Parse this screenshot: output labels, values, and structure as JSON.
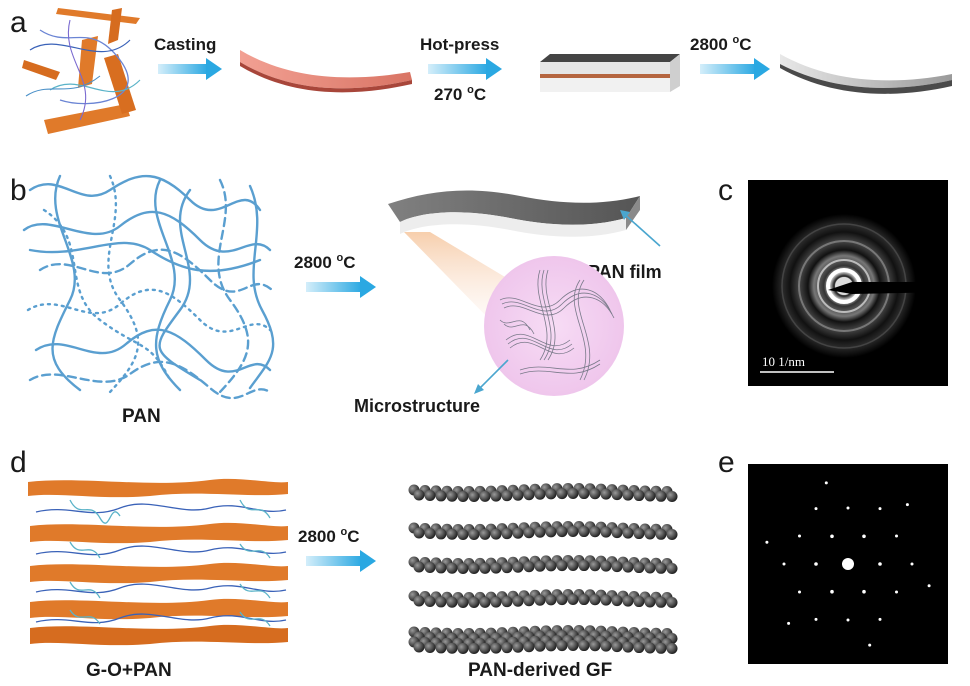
{
  "panel_letters": {
    "a": "a",
    "b": "b",
    "c": "c",
    "d": "d",
    "e": "e"
  },
  "row_a": {
    "step1": "Casting",
    "step2": "Hot-press",
    "step2_temp_value": "270 ",
    "step2_temp_sup": "o",
    "step2_temp_unit": "C",
    "step3_value": "2800 ",
    "step3_sup": "o",
    "step3_unit": "C"
  },
  "row_b": {
    "caption": "PAN",
    "arrow_value": "2800 ",
    "arrow_sup": "o",
    "arrow_unit": "C",
    "film_label": "PAN film",
    "micro_label": "Microstructure"
  },
  "panel_c": {
    "scale_label": "10 1/nm"
  },
  "row_d": {
    "left_caption": "G-O+PAN",
    "arrow_value": "2800 ",
    "arrow_sup": "o",
    "arrow_unit": "C",
    "right_caption": "PAN-derived GF"
  },
  "colors": {
    "arrow": "#3ab4e6",
    "orange": "#e07a2a",
    "pan_blue": "#5a9fd0",
    "film_grey": "#6b6b6b",
    "salmon": "#e8887a",
    "micro_pink": "#f3d2f0"
  }
}
